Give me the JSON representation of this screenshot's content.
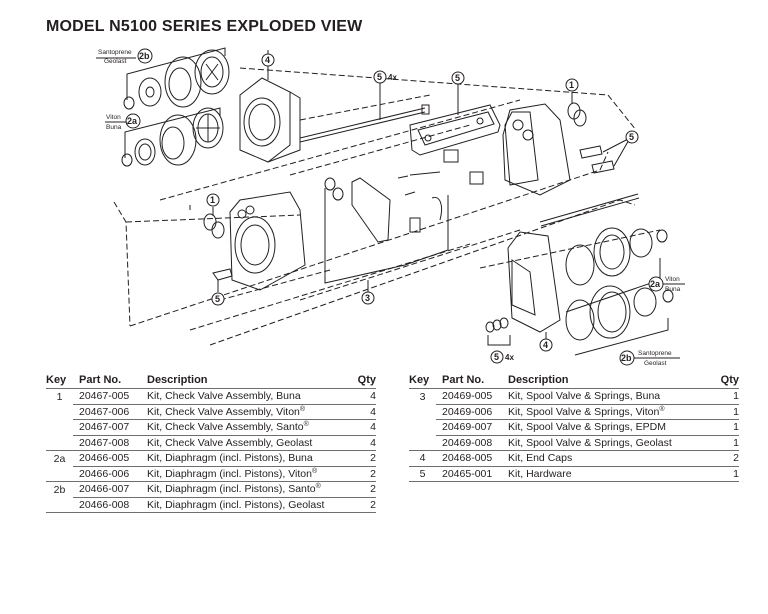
{
  "title": "MODEL N5100 SERIES EXPLODED VIEW",
  "diagram": {
    "callouts": [
      {
        "id": "2b-top-left",
        "key": "2b",
        "labels": [
          "Santoprene",
          "Geolast"
        ]
      },
      {
        "id": "2a-left",
        "key": "2a",
        "labels": [
          "Viton",
          "Buna"
        ]
      },
      {
        "id": "4-top",
        "key": "4"
      },
      {
        "id": "5-rod",
        "key": "5",
        "qty": "4x"
      },
      {
        "id": "5-clamp",
        "key": "5"
      },
      {
        "id": "1-top-right",
        "key": "1"
      },
      {
        "id": "5-clips-right",
        "key": "5"
      },
      {
        "id": "1-left",
        "key": "1"
      },
      {
        "id": "5-clip-left",
        "key": "5"
      },
      {
        "id": "3-center",
        "key": "3"
      },
      {
        "id": "2a-right",
        "key": "2a",
        "labels": [
          "Viton",
          "Buna"
        ]
      },
      {
        "id": "4-bottom",
        "key": "4"
      },
      {
        "id": "5-nuts",
        "key": "5",
        "qty": "4x"
      },
      {
        "id": "2b-bottom-right",
        "key": "2b",
        "labels": [
          "Santoprene",
          "Geolast"
        ]
      }
    ]
  },
  "tables": {
    "left": {
      "headers": {
        "key": "Key",
        "part": "Part No.",
        "desc": "Description",
        "qty": "Qty"
      },
      "rows": [
        {
          "key": "1",
          "part": "20467-005",
          "desc": "Kit, Check Valve Assembly, Buna",
          "qty": "4"
        },
        {
          "key": "",
          "part": "20467-006",
          "desc": "Kit, Check Valve Assembly, Viton®",
          "qty": "4"
        },
        {
          "key": "",
          "part": "20467-007",
          "desc": "Kit, Check Valve Assembly, Santo®",
          "qty": "4"
        },
        {
          "key": "",
          "part": "20467-008",
          "desc": "Kit, Check Valve Assembly, Geolast",
          "qty": "4"
        },
        {
          "key": "2a",
          "part": "20466-005",
          "desc": "Kit, Diaphragm (incl. Pistons), Buna",
          "qty": "2"
        },
        {
          "key": "",
          "part": "20466-006",
          "desc": "Kit, Diaphragm (incl. Pistons), Viton®",
          "qty": "2"
        },
        {
          "key": "2b",
          "part": "20466-007",
          "desc": "Kit, Diaphragm (incl. Pistons), Santo®",
          "qty": "2"
        },
        {
          "key": "",
          "part": "20466-008",
          "desc": "Kit, Diaphragm (incl. Pistons), Geolast",
          "qty": "2"
        }
      ]
    },
    "right": {
      "headers": {
        "key": "Key",
        "part": "Part No.",
        "desc": "Description",
        "qty": "Qty"
      },
      "rows": [
        {
          "key": "3",
          "part": "20469-005",
          "desc": "Kit, Spool Valve & Springs, Buna",
          "qty": "1"
        },
        {
          "key": "",
          "part": "20469-006",
          "desc": "Kit, Spool Valve & Springs, Viton®",
          "qty": "1"
        },
        {
          "key": "",
          "part": "20469-007",
          "desc": "Kit, Spool Valve & Springs, EPDM",
          "qty": "1"
        },
        {
          "key": "",
          "part": "20469-008",
          "desc": "Kit, Spool Valve & Springs, Geolast",
          "qty": "1"
        },
        {
          "key": "4",
          "part": "20468-005",
          "desc": "Kit, End Caps",
          "qty": "2"
        },
        {
          "key": "5",
          "part": "20465-001",
          "desc": "Kit, Hardware",
          "qty": "1"
        }
      ]
    }
  }
}
